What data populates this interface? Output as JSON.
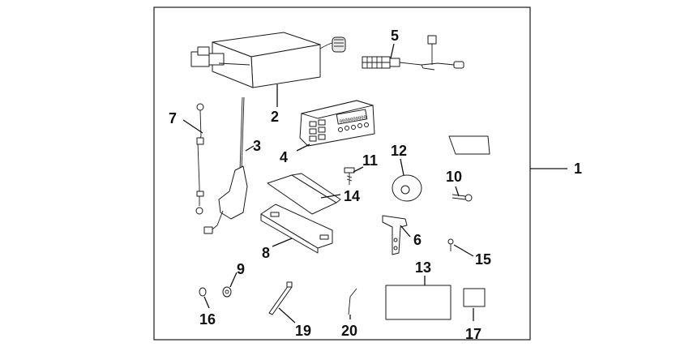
{
  "callouts": {
    "c1": "1",
    "c2": "2",
    "c3": "3",
    "c4": "4",
    "c5": "5",
    "c6": "6",
    "c7": "7",
    "c8": "8",
    "c9": "9",
    "c10": "10",
    "c11": "11",
    "c12": "12",
    "c13": "13",
    "c14": "14",
    "c15": "15",
    "c16": "16",
    "c17": "17",
    "c19": "19",
    "c20": "20"
  },
  "display_text": "0000000000",
  "colors": {
    "line": "#1a1a1a",
    "background": "#ffffff",
    "fill_grey": "#e9e9e9"
  }
}
